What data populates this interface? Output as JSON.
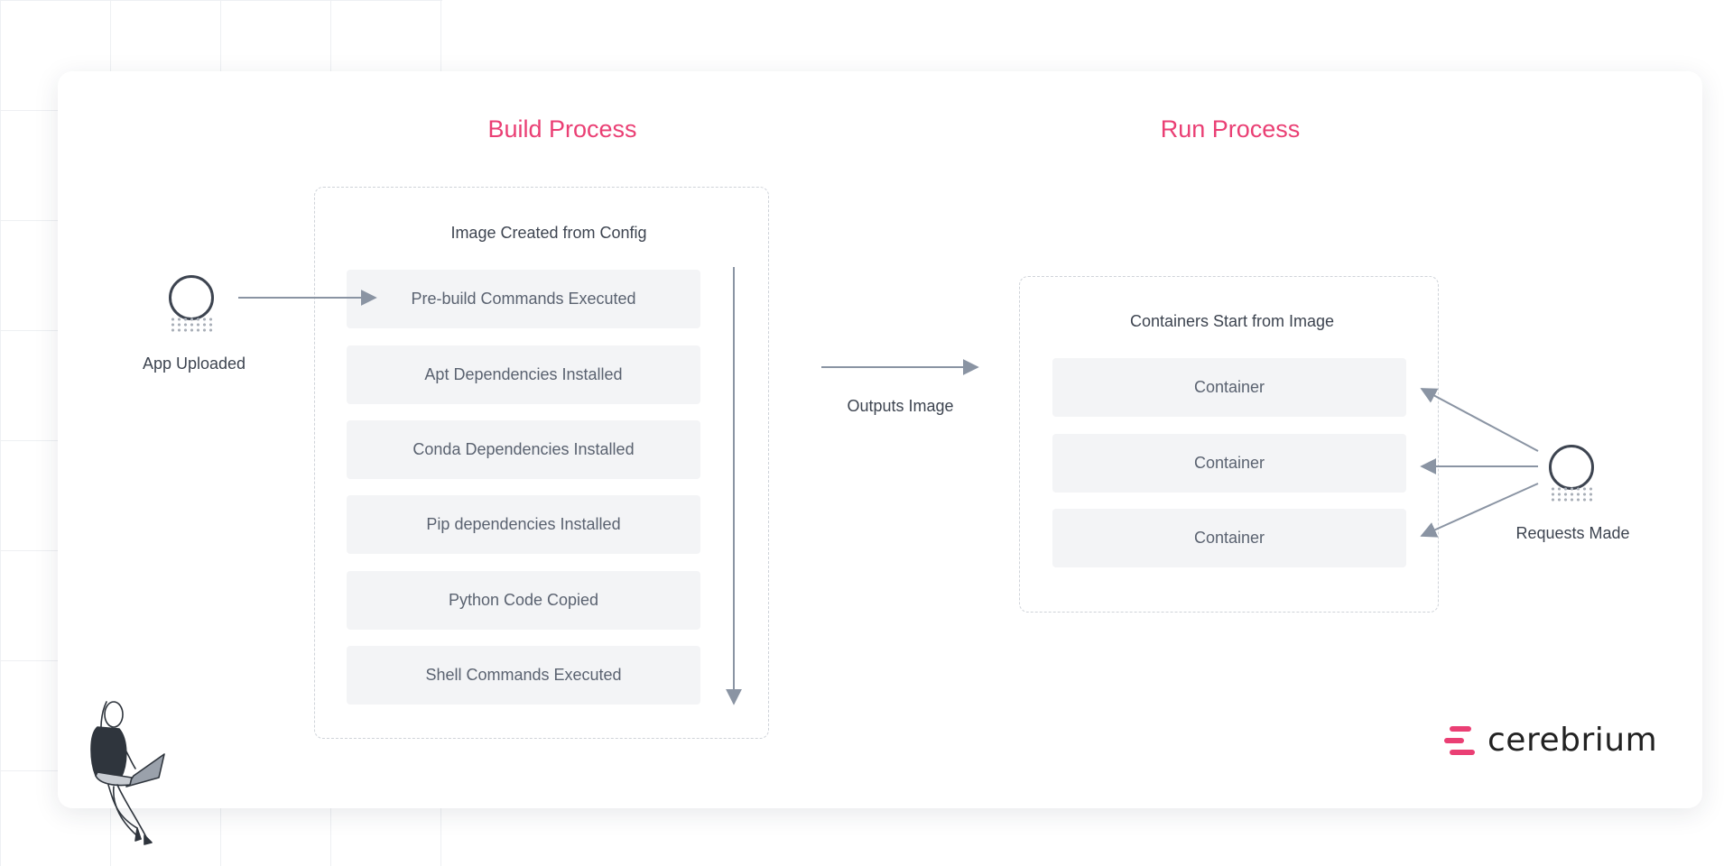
{
  "build": {
    "title": "Build Process",
    "box_title": "Image Created from Config",
    "steps": [
      "Pre-build Commands Executed",
      "Apt Dependencies Installed",
      "Conda Dependencies Installed",
      "Pip dependencies Installed",
      "Python Code Copied",
      "Shell Commands Executed"
    ]
  },
  "run": {
    "title": "Run Process",
    "box_title": "Containers Start from Image",
    "containers": [
      "Container",
      "Container",
      "Container"
    ]
  },
  "labels": {
    "app_uploaded": "App Uploaded",
    "outputs_image": "Outputs Image",
    "requests_made": "Requests Made"
  },
  "brand": {
    "name": "cerebrium"
  },
  "colors": {
    "accent": "#ea3f74",
    "text": "#3d4450",
    "step_bg": "#f3f4f6",
    "arrow": "#8a94a3",
    "dashed": "#cfd3d9"
  }
}
